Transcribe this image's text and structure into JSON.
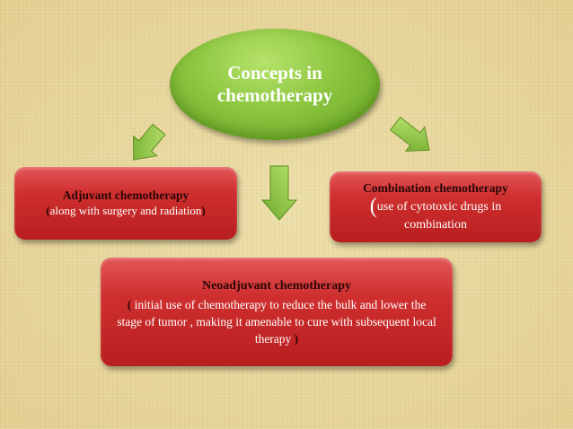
{
  "center": {
    "line1": "Concepts in",
    "line2": "chemotherapy"
  },
  "adjuvant": {
    "title": "Adjuvant chemotherapy",
    "open_paren": "(",
    "body": "along with surgery and radiation",
    "close_paren": ")"
  },
  "combination": {
    "title": "Combination chemotherapy",
    "open_paren": "(",
    "body_line1": "use of cytotoxic drugs in",
    "body_line2": "combination"
  },
  "neoadjuvant": {
    "title": "Neoadjuvant chemotherapy",
    "open_paren": "(",
    "body": " initial use of chemotherapy to reduce the bulk and lower the stage of tumor , making it amenable to cure with subsequent local therapy ",
    "close_paren": ")"
  },
  "colors": {
    "center_fill": "#8cc63f",
    "box_fill": "#c62828",
    "arrow_fill": "#8cc63f",
    "background": "#e6d59a"
  }
}
